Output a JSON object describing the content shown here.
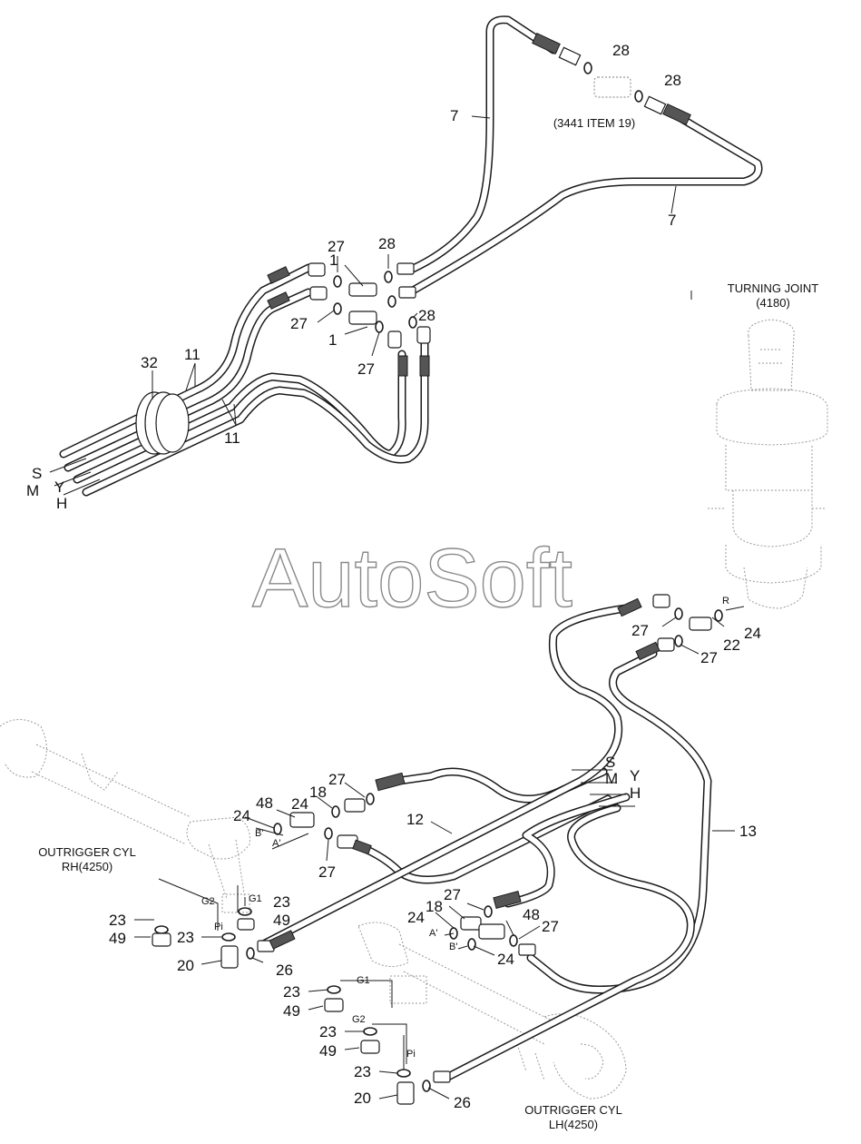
{
  "watermark": "AutoSoft",
  "assemblies": {
    "turning_joint": {
      "name": "TURNING JOINT",
      "ref": "(4180)"
    },
    "outrigger_rh": {
      "name": "OUTRIGGER CYL",
      "ref": "RH(4250)"
    },
    "outrigger_lh": {
      "name": "OUTRIGGER CYL",
      "ref": "LH(4250)"
    },
    "item_ref": "(3441 ITEM 19)"
  },
  "line_labels": {
    "top": {
      "s": "S",
      "m": "M",
      "y": "Y",
      "h": "H"
    },
    "bottom": {
      "s": "S",
      "m": "M",
      "y": "Y",
      "h": "H"
    }
  },
  "port_labels": {
    "r": "R",
    "b_prime_rh": "B'",
    "a_prime_rh": "A'",
    "g1_rh": "G1",
    "g2_rh": "G2",
    "pi_rh": "Pi",
    "a_prime_lh": "A'",
    "b_prime_lh": "B'",
    "g1_lh": "G1",
    "g2_lh": "G2",
    "pi_lh": "Pi"
  },
  "callouts": [
    {
      "id": "c-28a",
      "text": "28"
    },
    {
      "id": "c-28b",
      "text": "28"
    },
    {
      "id": "c-7a",
      "text": "7"
    },
    {
      "id": "c-7b",
      "text": "7"
    },
    {
      "id": "c-27a",
      "text": "27"
    },
    {
      "id": "c-28c",
      "text": "28"
    },
    {
      "id": "c-1a",
      "text": "1"
    },
    {
      "id": "c-27b",
      "text": "27"
    },
    {
      "id": "c-28d",
      "text": "28"
    },
    {
      "id": "c-1b",
      "text": "1"
    },
    {
      "id": "c-27c",
      "text": "27"
    },
    {
      "id": "c-32",
      "text": "32"
    },
    {
      "id": "c-11a",
      "text": "11"
    },
    {
      "id": "c-11b",
      "text": "11"
    },
    {
      "id": "c-27d",
      "text": "27"
    },
    {
      "id": "c-24a",
      "text": "24"
    },
    {
      "id": "c-22",
      "text": "22"
    },
    {
      "id": "c-27e",
      "text": "27"
    },
    {
      "id": "c-27f",
      "text": "27"
    },
    {
      "id": "c-18a",
      "text": "18"
    },
    {
      "id": "c-48a",
      "text": "48"
    },
    {
      "id": "c-24b",
      "text": "24"
    },
    {
      "id": "c-24c",
      "text": "24"
    },
    {
      "id": "c-12",
      "text": "12"
    },
    {
      "id": "c-13",
      "text": "13"
    },
    {
      "id": "c-27g",
      "text": "27"
    },
    {
      "id": "c-23a",
      "text": "23"
    },
    {
      "id": "c-49a",
      "text": "49"
    },
    {
      "id": "c-23b",
      "text": "23"
    },
    {
      "id": "c-49b",
      "text": "49"
    },
    {
      "id": "c-23c",
      "text": "23"
    },
    {
      "id": "c-20a",
      "text": "20"
    },
    {
      "id": "c-26a",
      "text": "26"
    },
    {
      "id": "c-27h",
      "text": "27"
    },
    {
      "id": "c-18b",
      "text": "18"
    },
    {
      "id": "c-24d",
      "text": "24"
    },
    {
      "id": "c-48b",
      "text": "48"
    },
    {
      "id": "c-27i",
      "text": "27"
    },
    {
      "id": "c-24e",
      "text": "24"
    },
    {
      "id": "c-23d",
      "text": "23"
    },
    {
      "id": "c-49c",
      "text": "49"
    },
    {
      "id": "c-23e",
      "text": "23"
    },
    {
      "id": "c-49d",
      "text": "49"
    },
    {
      "id": "c-23f",
      "text": "23"
    },
    {
      "id": "c-20b",
      "text": "20"
    },
    {
      "id": "c-26b",
      "text": "26"
    }
  ]
}
